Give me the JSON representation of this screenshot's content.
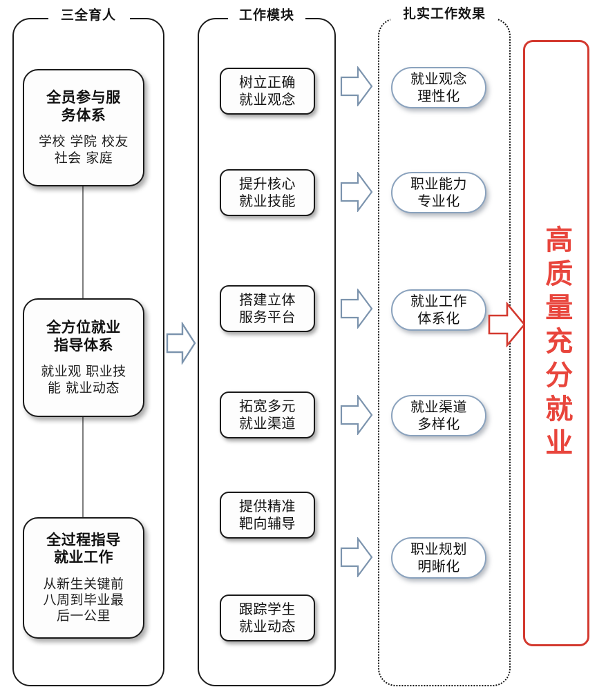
{
  "columns": [
    {
      "id": "col-pillars",
      "title": "三全育人"
    },
    {
      "id": "col-modules",
      "title": "工作模块"
    },
    {
      "id": "col-effects",
      "title": "扎实工作效果"
    }
  ],
  "pillars": [
    {
      "title": "全员参与服\n务体系",
      "subtitle": "学校 学院 校友\n社会 家庭"
    },
    {
      "title": "全方位就业\n指导体系",
      "subtitle": "就业观 职业技\n能 就业动态"
    },
    {
      "title": "全过程指导\n就业工作",
      "subtitle": "从新生关键前\n八周到毕业最\n后一公里"
    }
  ],
  "modules": [
    {
      "text": "树立正确\n就业观念"
    },
    {
      "text": "提升核心\n就业技能"
    },
    {
      "text": "搭建立体\n服务平台"
    },
    {
      "text": "拓宽多元\n就业渠道"
    },
    {
      "text": "提供精准\n靶向辅导"
    },
    {
      "text": "跟踪学生\n就业动态"
    }
  ],
  "effects": [
    {
      "text": "就业观念\n理性化"
    },
    {
      "text": "职业能力\n专业化"
    },
    {
      "text": "就业工作\n体系化"
    },
    {
      "text": "就业渠道\n多样化"
    },
    {
      "text": "职业规划\n明晰化"
    }
  ],
  "outcome": {
    "text": "高质量充分就业"
  },
  "colors": {
    "frame_stroke": "#1b1b1b",
    "card_stroke": "#1a1a1a",
    "effect_stroke": "#8aa2bd",
    "arrow_blue": "#7b93ad",
    "outcome_red": "#d3392f",
    "outcome_text_red": "#e8453c",
    "connector_gray": "#7d7d7d"
  },
  "arrows": {
    "pillar_to_module": {
      "name": "blue-block-arrow",
      "direction": "right",
      "color": "#7b93ad"
    },
    "module_to_effect": {
      "name": "blue-block-arrow",
      "direction": "right",
      "color": "#7b93ad"
    },
    "effect_to_outcome": {
      "name": "red-block-arrow",
      "direction": "right",
      "color": "#d3392f"
    }
  }
}
